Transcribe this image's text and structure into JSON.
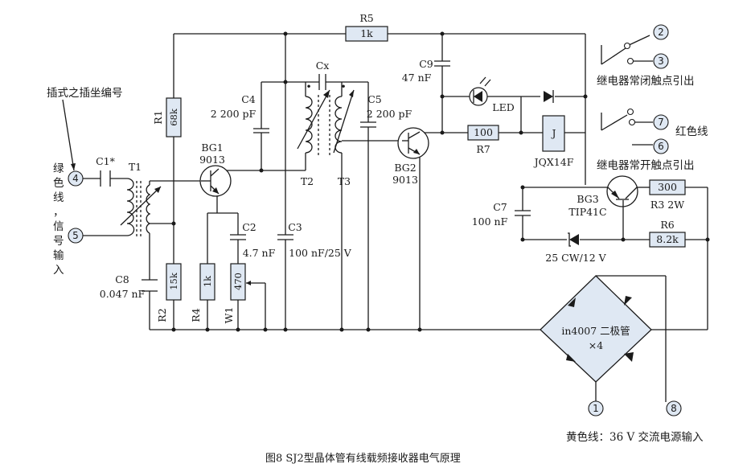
{
  "diagram": {
    "caption": "图8   SJ2型晶体管有线载频接收器电气原理",
    "input_label": "插式之插坐编号",
    "wire_green_vertical": [
      "绿",
      "色",
      "线",
      "，",
      "信",
      "号",
      "输",
      "入"
    ],
    "relay_nc_label": "继电器常闭触点引出",
    "relay_no_label": "继电器常开触点引出",
    "red_wire_label": "红色线",
    "power_label": "黄色线：36 V 交流电源输入",
    "pins": [
      "4",
      "5",
      "2",
      "3",
      "7",
      "6",
      "1",
      "8"
    ],
    "components": {
      "r5_name": "R5",
      "r5_value": "1k",
      "r1_name": "R1",
      "r1_value": "68k",
      "r2_name": "R2",
      "r2_value": "15k",
      "r4_name": "R4",
      "r4_value": "1k",
      "w1_name": "W1",
      "w1_value": "470",
      "r7_name": "R7",
      "r7_value": "100",
      "r3_name": "R3 2W",
      "r3_value": "300",
      "r6_name": "R6",
      "r6_value": "8.2k",
      "c1_name": "C1*",
      "c2_name": "C2",
      "c2_value": "4.7 nF",
      "c3_name": "C3",
      "c3_value": "100 nF/25 V",
      "c4_name": "C4",
      "c4_value": "2 200 pF",
      "c5_name": "C5",
      "c5_value": "2 200 pF",
      "c7_name": "C7",
      "c7_value": "100 nF",
      "c8_name": "C8",
      "c8_value": "0.047 nF",
      "c9_name": "C9",
      "c9_value": "47 nF",
      "cx_name": "Cx",
      "t1_name": "T1",
      "t2_name": "T2",
      "t3_name": "T3",
      "bg1_name": "BG1",
      "bg1_type": "9013",
      "bg2_name": "BG2",
      "bg2_type": "9013",
      "bg3_name": "BG3",
      "bg3_type": "TIP41C",
      "led_name": "LED",
      "relay_name": "JQX14F",
      "relay_coil": "J",
      "zener_name": "25 CW/12 V",
      "bridge_name": "in4007 二极管",
      "bridge_count": "×4"
    }
  }
}
